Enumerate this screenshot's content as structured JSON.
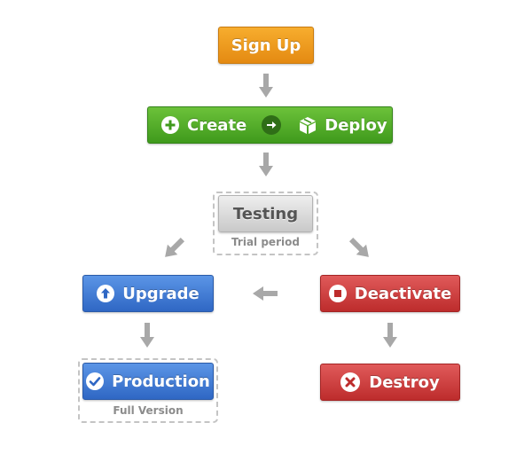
{
  "nodes": {
    "sign_up": {
      "label": "Sign Up",
      "color": "#f0a020"
    },
    "create": {
      "label": "Create",
      "color": "#4ea82a"
    },
    "deploy": {
      "label": "Deploy",
      "color": "#4ea82a"
    },
    "testing": {
      "label": "Testing",
      "caption": "Trial period",
      "color": "#dcdcdc"
    },
    "upgrade": {
      "label": "Upgrade",
      "color": "#3f7bd6"
    },
    "production": {
      "label": "Production",
      "caption": "Full Version",
      "color": "#3f7bd6"
    },
    "deactivate": {
      "label": "Deactivate",
      "color": "#d14141"
    },
    "destroy": {
      "label": "Destroy",
      "color": "#d14141"
    }
  },
  "icons": {
    "create": "plus-circle-icon",
    "connector": "arrow-right-circle-icon",
    "deploy": "box-icon",
    "upgrade": "arrow-up-circle-icon",
    "production": "check-circle-icon",
    "deactivate": "stop-square-icon",
    "destroy": "x-circle-icon"
  },
  "arrow_color": "#a8a8a8"
}
